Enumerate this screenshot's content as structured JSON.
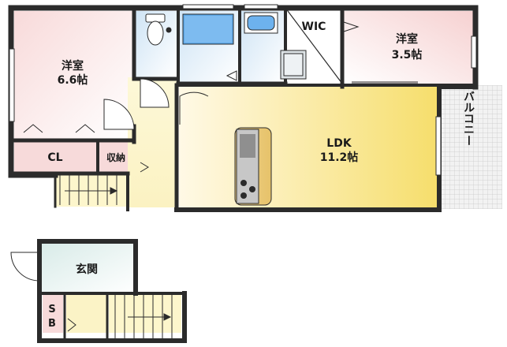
{
  "rooms": {
    "western_large": {
      "name": "洋室",
      "size": "6.6帖"
    },
    "western_small": {
      "name": "洋室",
      "size": "3.5帖"
    },
    "ldk": {
      "name": "LDK",
      "size": "11.2帖"
    },
    "wic": "WIC",
    "closet": "CL",
    "storage": "収納",
    "balcony": "バルコニー",
    "entrance": "玄関",
    "shoe_box_top": "S",
    "shoe_box_bottom": "B"
  },
  "colors": {
    "western_room": "#f5d2d2",
    "ldk_left": "#fdf3d4",
    "ldk_right": "#f7e27a",
    "wet_area": "#cfe3f3",
    "hall": "#fbf4c8",
    "entrance": "#d8e9e6",
    "balcony": "#ececec",
    "wall": "#2b2b2b"
  }
}
